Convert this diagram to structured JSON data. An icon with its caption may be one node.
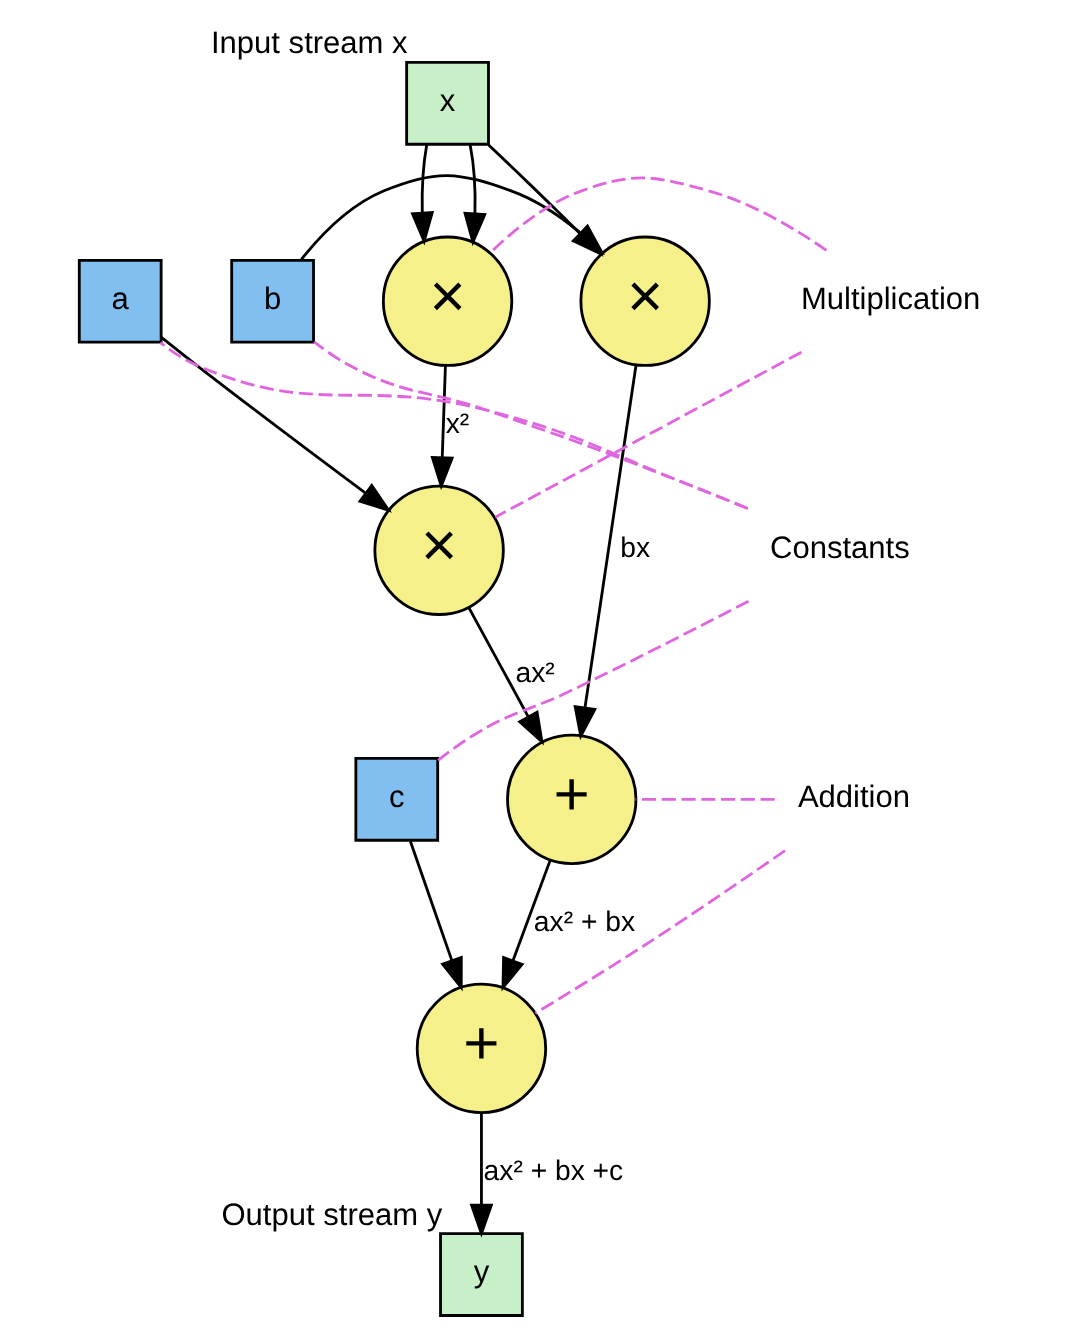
{
  "diagram": {
    "nodes": [
      {
        "text": [
          "x"
        ],
        "beside": [
          "Input stream x"
        ]
      },
      {
        "text": [
          "b"
        ]
      },
      {
        "text": [
          "×"
        ]
      },
      {
        "text": [
          "×"
        ]
      },
      {
        "text": [
          "a"
        ]
      },
      {
        "text": [
          "×"
        ]
      },
      {
        "text": [
          "+"
        ]
      },
      {
        "text": [
          "c"
        ]
      },
      {
        "text": [
          "+"
        ]
      },
      {
        "text": [
          "y"
        ],
        "beside": [
          "Output stream y"
        ]
      },
      {
        "text": [
          "Multiplication"
        ]
      },
      {
        "text": [
          "Constants"
        ]
      },
      {
        "text": [
          "Addition"
        ]
      }
    ],
    "edges": [
      {
        "from": 0,
        "to": 2,
        "arrow": "to"
      },
      {
        "from": 0,
        "to": 2,
        "arrow": "to"
      },
      {
        "from": 0,
        "to": 3,
        "arrow": "to"
      },
      {
        "from": 1,
        "to": 3,
        "arrow": "to"
      },
      {
        "from": 2,
        "to": 5,
        "arrow": "to",
        "label": "x²"
      },
      {
        "from": 4,
        "to": 5,
        "arrow": "to"
      },
      {
        "from": 5,
        "to": 6,
        "arrow": "to",
        "label": "ax²"
      },
      {
        "from": 3,
        "to": 6,
        "arrow": "to",
        "label": "bx"
      },
      {
        "from": 6,
        "to": 8,
        "arrow": "to",
        "label": "ax² + bx"
      },
      {
        "from": 7,
        "to": 8,
        "arrow": "to"
      },
      {
        "from": 8,
        "to": 9,
        "arrow": "to",
        "label": "ax² + bx +c"
      },
      {
        "from": 10,
        "to": 2,
        "arrow": "none",
        "style": "dashed",
        "color": "#e066e0"
      },
      {
        "from": 10,
        "to": 5,
        "arrow": "none",
        "style": "dashed",
        "color": "#e066e0"
      },
      {
        "from": 11,
        "to": 1,
        "arrow": "none",
        "style": "dashed",
        "color": "#e066e0"
      },
      {
        "from": 11,
        "to": 4,
        "arrow": "none",
        "style": "dashed",
        "color": "#e066e0"
      },
      {
        "from": 11,
        "to": 7,
        "arrow": "none",
        "style": "dashed",
        "color": "#e066e0"
      },
      {
        "from": 12,
        "to": 6,
        "arrow": "none",
        "style": "dashed",
        "color": "#e066e0"
      },
      {
        "from": 12,
        "to": 8,
        "arrow": "none",
        "style": "dashed",
        "color": "#e066e0"
      }
    ]
  }
}
